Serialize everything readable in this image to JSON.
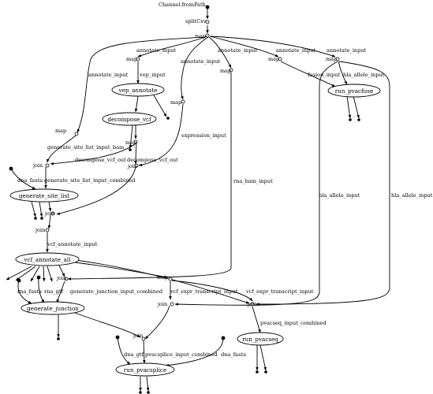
{
  "processes": {
    "vep_annotate": "vep_annotate",
    "decompose_vcf": "decompose_vcf",
    "run_pvacfuse": "run_pvacfuse",
    "generate_site_list": "generate_site_list",
    "vcf_annotate_all": "vcf_annotate_all",
    "generate_junction": "generate_junction",
    "run_pvacseq": "run_pvacseq",
    "run_pvacsplice": "run_pvacsplice"
  },
  "operators": {
    "channel_from_path": "Channel.fromPath",
    "split_csv": "splitCsv",
    "map": "map",
    "join": "join"
  },
  "edge_labels": {
    "annotate_input": "annotate_input",
    "vep_input": "vep_input",
    "fusion_input": "fusion_input",
    "hla_allele_input": "hla_allele_input",
    "expression_input": "expression_input",
    "generate_site_list_input_bam": "generate_site_list_input_bam",
    "decompose_vcf_out": "decompose_vcf_out",
    "dna_fasta": "dna_fasta",
    "generate_site_list_input_combined": "generate_site_list_input_combined",
    "rna_bam_input": "rna_bam_input",
    "vcf_annotate_input": "vcf_annotate_input",
    "rna_fasta": "rna_fasta",
    "rna_gtf": "rna_gtf",
    "generate_junction_input_combined": "generate_junction_input_combined",
    "vcf_expr_transcript_input": "vcf_expr_transcript_input",
    "pvacseq_input_combined": "pvacseq_input_combined",
    "dna_gtf": "dna_gtf",
    "pvacsplice_input_combined": "pvacsplice_input_combined"
  }
}
